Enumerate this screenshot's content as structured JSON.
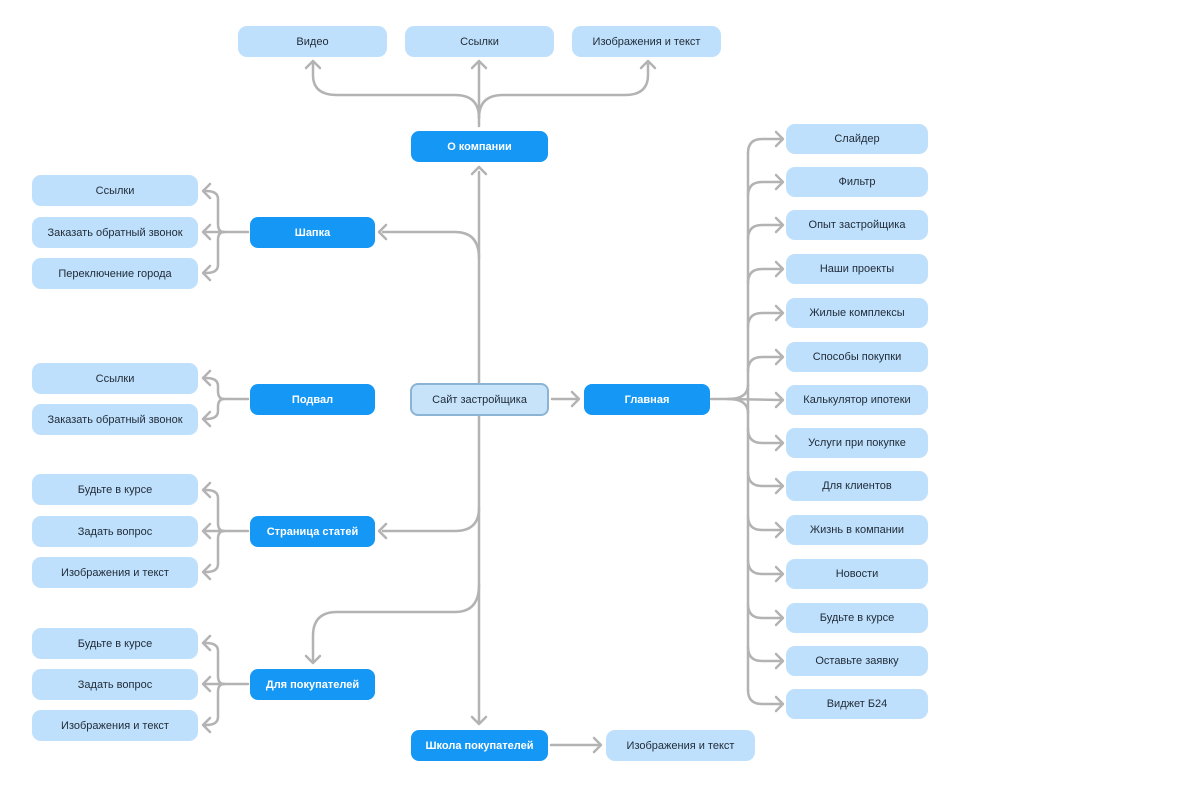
{
  "root": {
    "label": "Сайт застройщика"
  },
  "about": {
    "label": "О компании",
    "items": [
      "Видео",
      "Ссылки",
      "Изображения и текст"
    ]
  },
  "header": {
    "label": "Шапка",
    "items": [
      "Ссылки",
      "Заказать обратный звонок",
      "Переключение города"
    ]
  },
  "footer": {
    "label": "Подвал",
    "items": [
      "Ссылки",
      "Заказать обратный звонок"
    ]
  },
  "articles": {
    "label": "Страница статей",
    "items": [
      "Будьте в курсе",
      "Задать вопрос",
      "Изображения и текст"
    ]
  },
  "buyers": {
    "label": "Для покупателей",
    "items": [
      "Будьте в курсе",
      "Задать вопрос",
      "Изображения и текст"
    ]
  },
  "school": {
    "label": "Школа покупателей",
    "items": [
      "Изображения и текст"
    ]
  },
  "main": {
    "label": "Главная",
    "items": [
      "Слайдер",
      "Фильтр",
      "Опыт застройщика",
      "Наши проекты",
      "Жилые комплексы",
      "Способы покупки",
      "Калькулятор ипотеки",
      "Услуги при покупке",
      "Для клиентов",
      "Жизнь в компании",
      "Новости",
      "Будьте в курсе",
      "Оставьте заявку",
      "Виджет Б24"
    ]
  },
  "colors": {
    "hub": "#1597f5",
    "leaf": "#bfe0fc",
    "root_fill": "#c7e3fa",
    "root_border": "#8ab3d4",
    "connector": "#b3b3b3"
  }
}
